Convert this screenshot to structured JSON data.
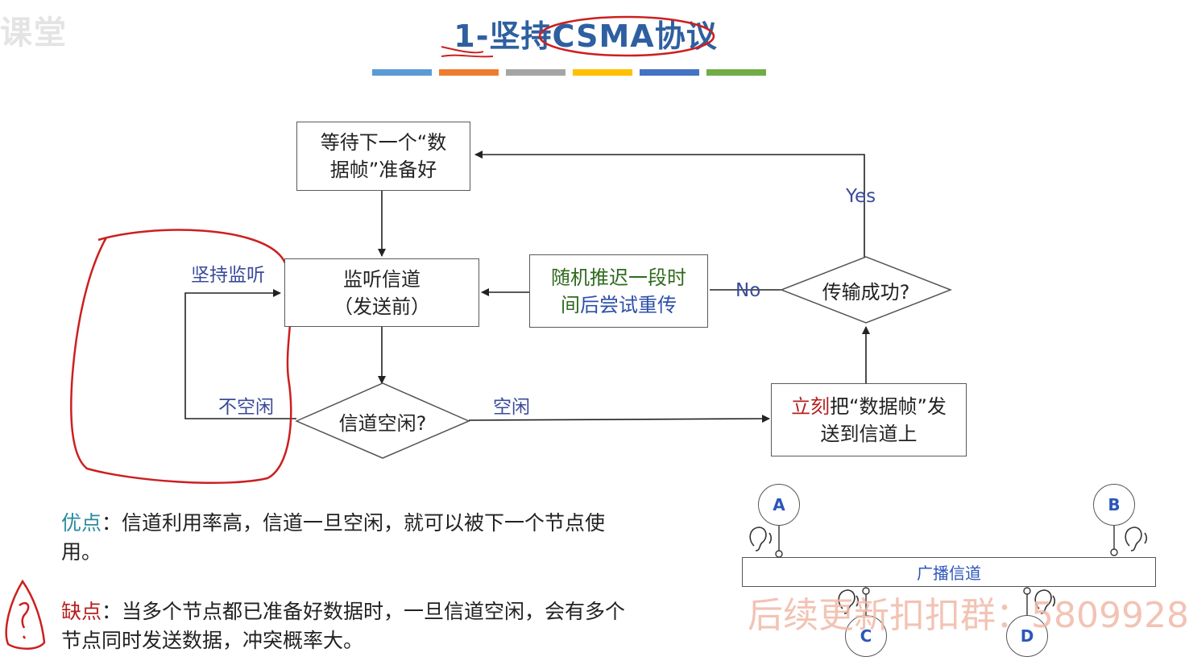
{
  "watermark_corner": "课堂",
  "title": "1-坚持CSMA协议",
  "title_bar_colors": [
    "#5b9bd5",
    "#ed7d31",
    "#a5a5a5",
    "#ffc000",
    "#4472c4",
    "#70ad47"
  ],
  "flowchart": {
    "wait_box": [
      "等待下一个“数",
      "据帧”准备好"
    ],
    "listen_box": [
      "监听信道",
      "（发送前）"
    ],
    "idle_diamond": "信道空闲?",
    "backoff_box": {
      "line1_a": "随机推迟一段时",
      "line2_a": "间",
      "line2_b": "后尝试重传"
    },
    "success_diamond": "传输成功?",
    "send_box": {
      "line1_a": "立刻",
      "line1_b": "把“数据帧”发",
      "line2": "送到信道上"
    },
    "label_persist": "坚持监听",
    "label_busy": "不空闲",
    "label_idle": "空闲",
    "label_yes": "Yes",
    "label_no": "No"
  },
  "advantage": {
    "key": "优点",
    "text": "：信道利用率高，信道一旦空闲，就可以被下一个节点使用。"
  },
  "disadvantage": {
    "key": "缺点",
    "text": "：当多个节点都已准备好数据时，一旦信道空闲，会有多个节点同时发送数据，冲突概率大。"
  },
  "network": {
    "nodes": [
      "A",
      "B",
      "C",
      "D"
    ],
    "channel_label": "广播信道"
  },
  "watermark_bottom": "后续更新扣扣群：5809928"
}
